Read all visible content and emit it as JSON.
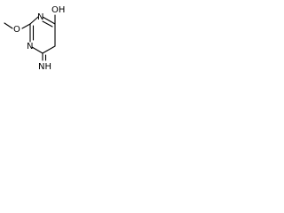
{
  "molecule": {
    "atoms": {
      "oh": "OH",
      "o_methoxy": "O",
      "n_ring_top": "N",
      "n_ring_bottom": "N",
      "nh_imino": "NH"
    },
    "bond_color": "#000000",
    "background_color": "#ffffff"
  }
}
